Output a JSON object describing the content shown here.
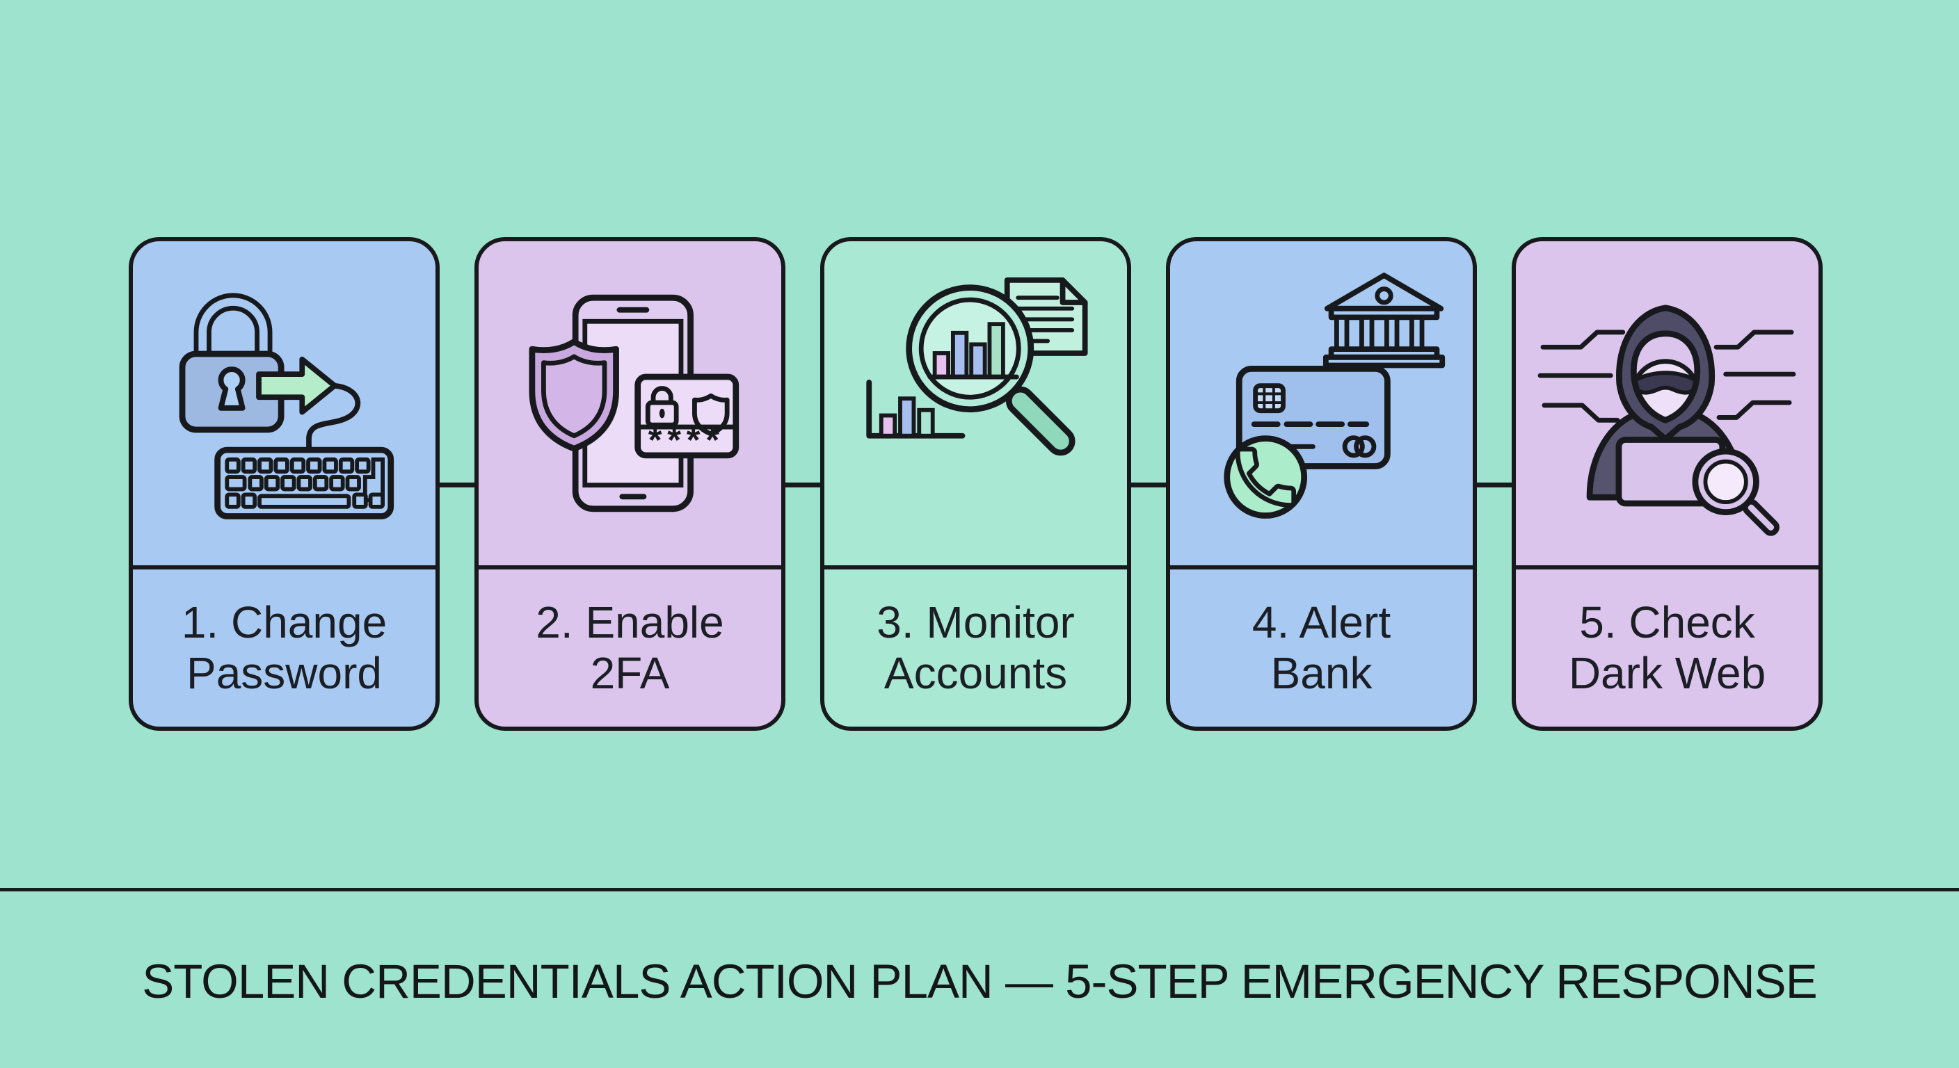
{
  "title": {
    "text": "STOLEN CREDENTIALS ACTION PLAN — 5-STEP EMERGENCY RESPONSE"
  },
  "steps": [
    {
      "number": "1",
      "label_line1": "1. Change",
      "label_line2": "Password",
      "icon": "padlock-arrow-keyboard",
      "card_color": "#a8caf2"
    },
    {
      "number": "2",
      "label_line1": "2. Enable",
      "label_line2": "2FA",
      "icon": "shield-smartphone-passcode",
      "card_color": "#dcc5ed"
    },
    {
      "number": "3",
      "label_line1": "3. Monitor",
      "label_line2": "Accounts",
      "icon": "magnifier-bar-chart-document",
      "card_color": "#a9e8d3"
    },
    {
      "number": "4",
      "label_line1": "4. Alert",
      "label_line2": "Bank",
      "icon": "bank-credit-card-phone",
      "card_color": "#a8caf2"
    },
    {
      "number": "5",
      "label_line1": "5. Check",
      "label_line2": "Dark Web",
      "icon": "hooded-hacker-laptop-magnifier",
      "card_color": "#dcc5ed"
    }
  ],
  "icon_text": {
    "passcode_mask": "****"
  },
  "colors": {
    "background": "#9de3cd",
    "card_blue": "#a8caf2",
    "card_purple": "#dcc5ed",
    "card_mint": "#a9e8d3",
    "outline": "#17191d",
    "accent_green": "#b5edca",
    "phone_circle_green": "#abeccb",
    "hood_dark": "#4f4c68",
    "body_dark": "#56536e",
    "lock_blue": "#9db9e2",
    "shield_purple": "#c9a8e0"
  }
}
